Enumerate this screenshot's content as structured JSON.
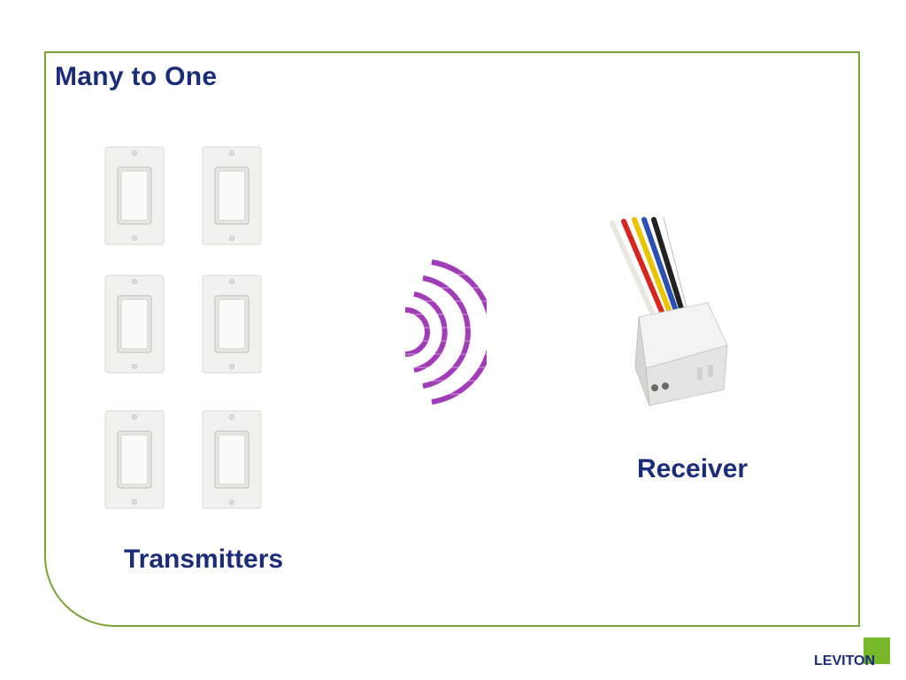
{
  "slide": {
    "title": "Many to One",
    "transmitters_label": "Transmitters",
    "receiver_label": "Receiver"
  },
  "icons": {
    "switch": "rocker-switch-icon",
    "waves": "wireless-signal-icon",
    "receiver": "receiver-module-icon"
  },
  "logo": {
    "text": "LEVITON",
    "colors": {
      "text": "#1b2d7a",
      "square": "#76b82a"
    }
  },
  "colors": {
    "title": "#1b2d7a",
    "frame": "#7aa33a",
    "waves": "#a23bb8"
  }
}
